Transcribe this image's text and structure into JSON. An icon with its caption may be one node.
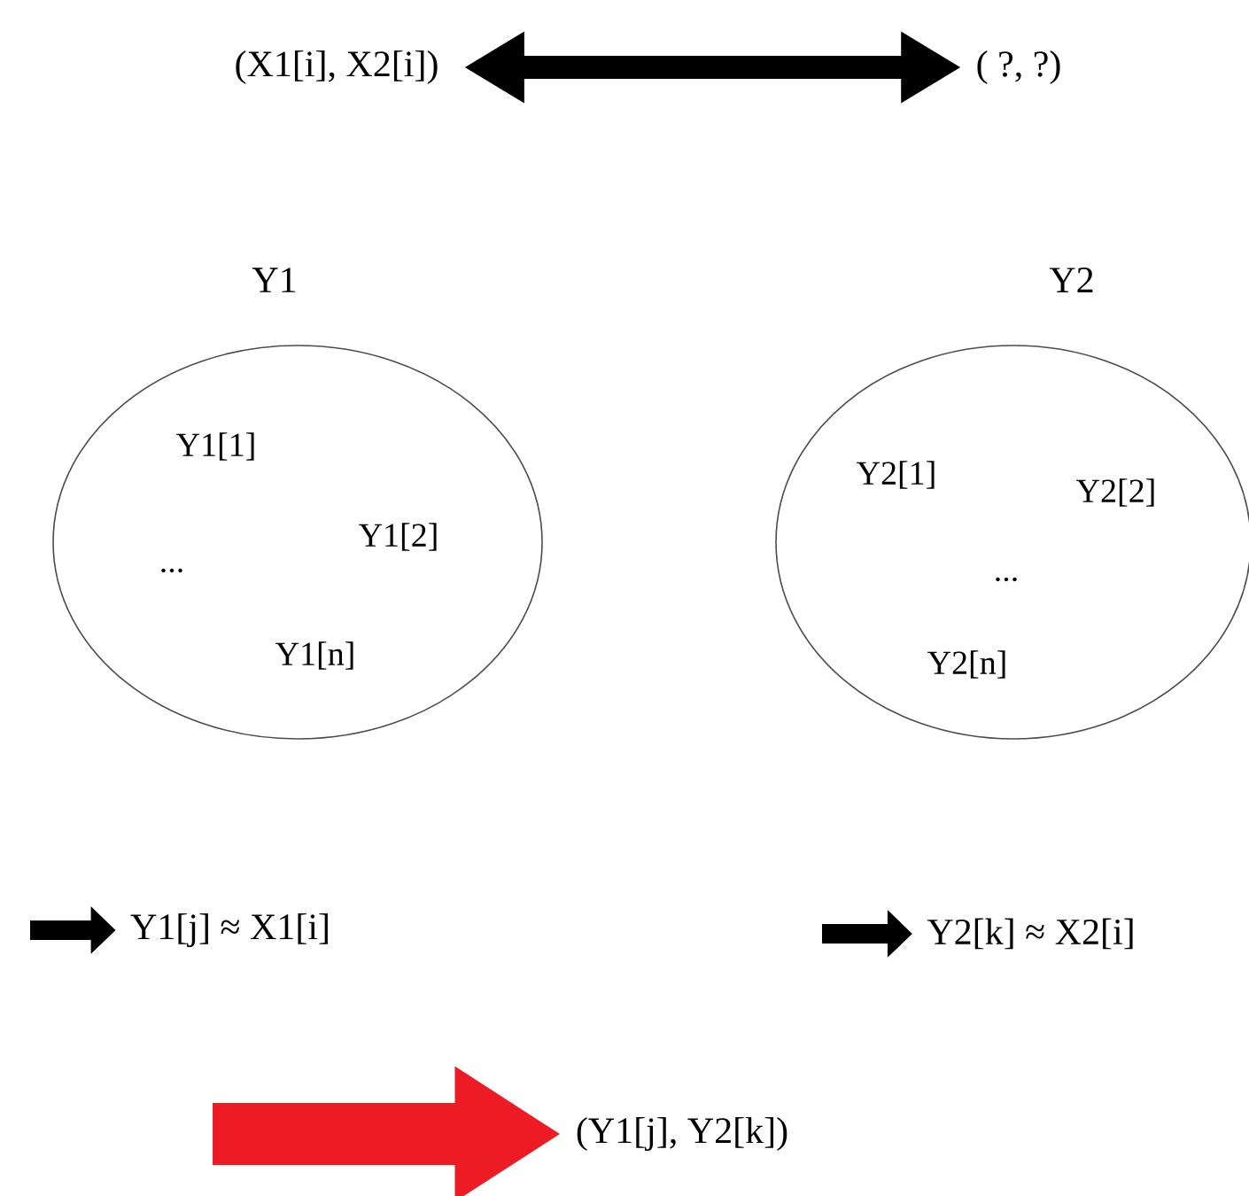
{
  "diagram": {
    "nodes": [
      {
        "text": [
          "(X1[i], X2[i])"
        ]
      },
      {
        "text": [
          "( ?, ?)"
        ]
      },
      {
        "text": [
          "Y1",
          "Y1[1]",
          "Y1[2]",
          "...",
          "Y1[n]"
        ]
      },
      {
        "text": [
          "Y2",
          "Y2[1]",
          "Y2[2]",
          "...",
          "Y2[n]"
        ]
      },
      {
        "text": [
          "Y1[j] ≈ X1[i]"
        ]
      },
      {
        "text": [
          "Y2[k] ≈ X2[i]"
        ]
      },
      {
        "text": [
          "(Y1[j], Y2[k])"
        ]
      }
    ],
    "edges": [
      {
        "from": 0,
        "to": 1,
        "arrow": "both"
      },
      {
        "from": null,
        "to": 4,
        "arrow": "to"
      },
      {
        "from": null,
        "to": 5,
        "arrow": "to"
      },
      {
        "from": null,
        "to": 6,
        "arrow": "to",
        "style": "thick",
        "color": "#ed1c24"
      }
    ]
  }
}
